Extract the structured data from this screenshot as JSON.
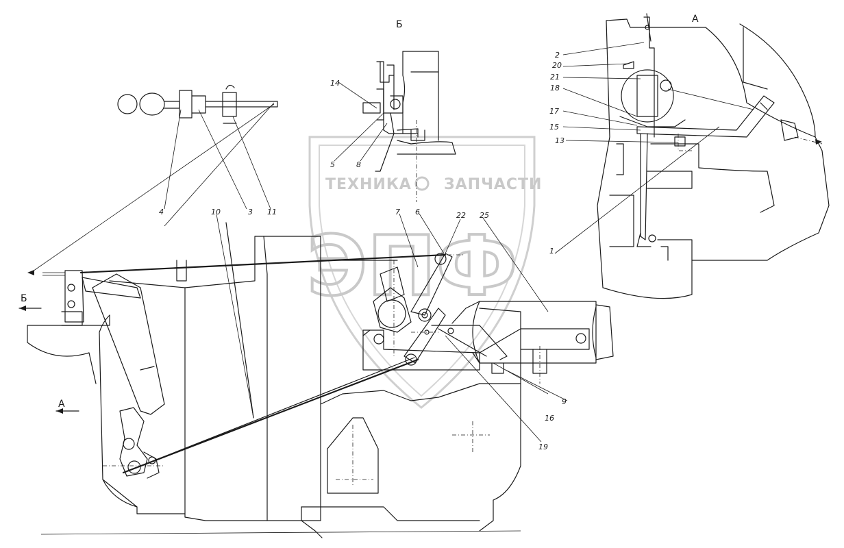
{
  "view_labels": {
    "view_b_title": "Б",
    "view_a_title": "А",
    "arrow_b": "Б",
    "arrow_a": "А"
  },
  "callouts": {
    "c1": "1",
    "c2": "2",
    "c3": "3",
    "c4": "4",
    "c5": "5",
    "c6": "6",
    "c7": "7",
    "c8": "8",
    "c9": "9",
    "c10": "10",
    "c11": "11",
    "c13": "13",
    "c14": "14",
    "c15": "15",
    "c16": "16",
    "c17": "17",
    "c18": "18",
    "c19": "19",
    "c20": "20",
    "c21": "21",
    "c22": "22",
    "c25": "25"
  },
  "watermark": {
    "brand_left": "ТЕХНИКА",
    "brand_right": "ЗАПЧАСТИ",
    "logo_letters": "ЭПФ"
  },
  "colors": {
    "line": "#1a1a1a",
    "watermark": "#c9c9c9",
    "background": "#ffffff"
  }
}
